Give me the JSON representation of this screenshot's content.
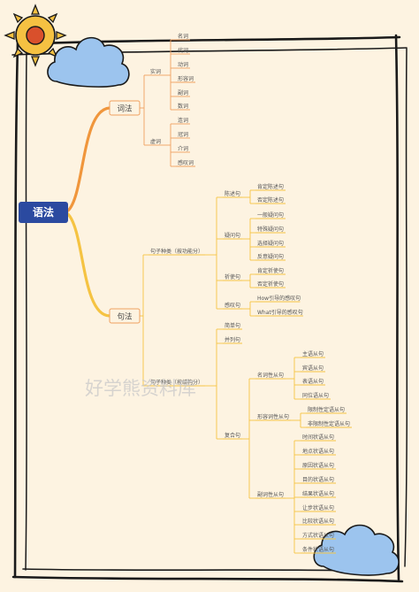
{
  "colors": {
    "background": "#fdf3e1",
    "frame": "#1a1a1a",
    "root_fill": "#2b4aa0",
    "branch_orange": "#f0963c",
    "branch_yellow": "#f5c342",
    "node_border": "#f0a060",
    "sun": "#f5c142",
    "sun_core": "#d9502c",
    "cloud": "#9cc4ee"
  },
  "icons": [
    "sun-icon",
    "cloud-icon"
  ],
  "root": "语法",
  "branches": {
    "cixing": {
      "label": "词法",
      "groups": [
        {
          "label": "实词",
          "items": [
            "名词",
            "代词",
            "动词",
            "形容词",
            "副词",
            "数词"
          ]
        },
        {
          "label": "虚词",
          "items": [
            "连词",
            "冠词",
            "介词",
            "感叹词"
          ]
        }
      ]
    },
    "jufa": {
      "label": "句法",
      "purpose": {
        "label": "句子种类（按功能分）",
        "groups": [
          {
            "label": "陈述句",
            "items": [
              "肯定陈述句",
              "否定陈述句"
            ]
          },
          {
            "label": "疑问句",
            "items": [
              "一般疑问句",
              "特殊疑问句",
              "选择疑问句",
              "反意疑问句"
            ]
          },
          {
            "label": "祈使句",
            "items": [
              "肯定祈使句",
              "否定祈使句"
            ]
          },
          {
            "label": "感叹句",
            "items": [
              "How引导的感叹句",
              "What引导的感叹句"
            ]
          }
        ]
      },
      "structure": {
        "label": "句子种类（按结构分）",
        "simple": "简单句",
        "compound": "并列句",
        "complex": {
          "label": "复合句",
          "noun": {
            "label": "名词性从句",
            "items": [
              "主语从句",
              "宾语从句",
              "表语从句",
              "同位语从句"
            ]
          },
          "adj": {
            "label": "形容词性从句",
            "items": [
              "限制性定语从句",
              "非限制性定语从句"
            ]
          },
          "adv": {
            "label": "副词性从句",
            "items": [
              "时间状语从句",
              "地点状语从句",
              "原因状语从句",
              "目的状语从句",
              "结果状语从句",
              "让步状语从句",
              "比较状语从句",
              "方式状语从句",
              "条件状语从句"
            ]
          }
        }
      }
    }
  },
  "watermark": "好学熊资料库"
}
